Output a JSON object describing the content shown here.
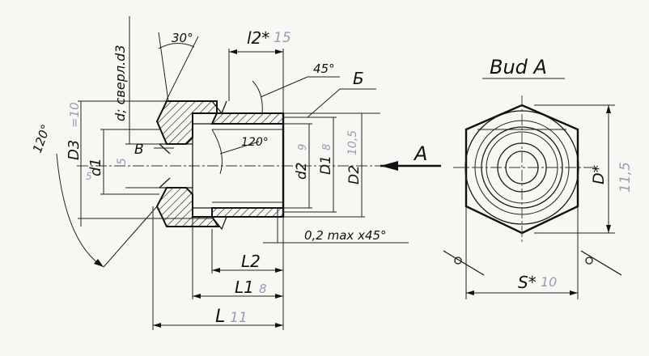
{
  "labels": {
    "angle_30": "30°",
    "l2": "l2*",
    "l2_pencil": "15",
    "angle_45": "45°",
    "section_B": "Б",
    "drill_note": "d; сверл.d3",
    "angle_120_left": "120°",
    "D3": "D3",
    "D3_pencil": "=10",
    "d1": "d1",
    "d1_pencil_left": "5",
    "d1_pencil": "5",
    "view_B": "B",
    "angle_120_inner": "120°",
    "d2": "d2",
    "d2_pencil": "9",
    "D1": "D1",
    "D1_pencil": "8",
    "D1_pencil2": "10,5",
    "D2": "D2",
    "arrow_A": "A",
    "chamfer": "0,2 max x45°",
    "L2": "L2",
    "L1": "L1",
    "L1_pencil": "8",
    "L": "L",
    "L_pencil": "11",
    "view_title": "Bud A",
    "D_star": "D*",
    "D_pencil": "11,5",
    "S_star": "S*",
    "S_pencil": "10"
  },
  "colors": {
    "ink": "#111111",
    "pencil": "#9a9ab8",
    "paper": "#f7f7f4"
  }
}
